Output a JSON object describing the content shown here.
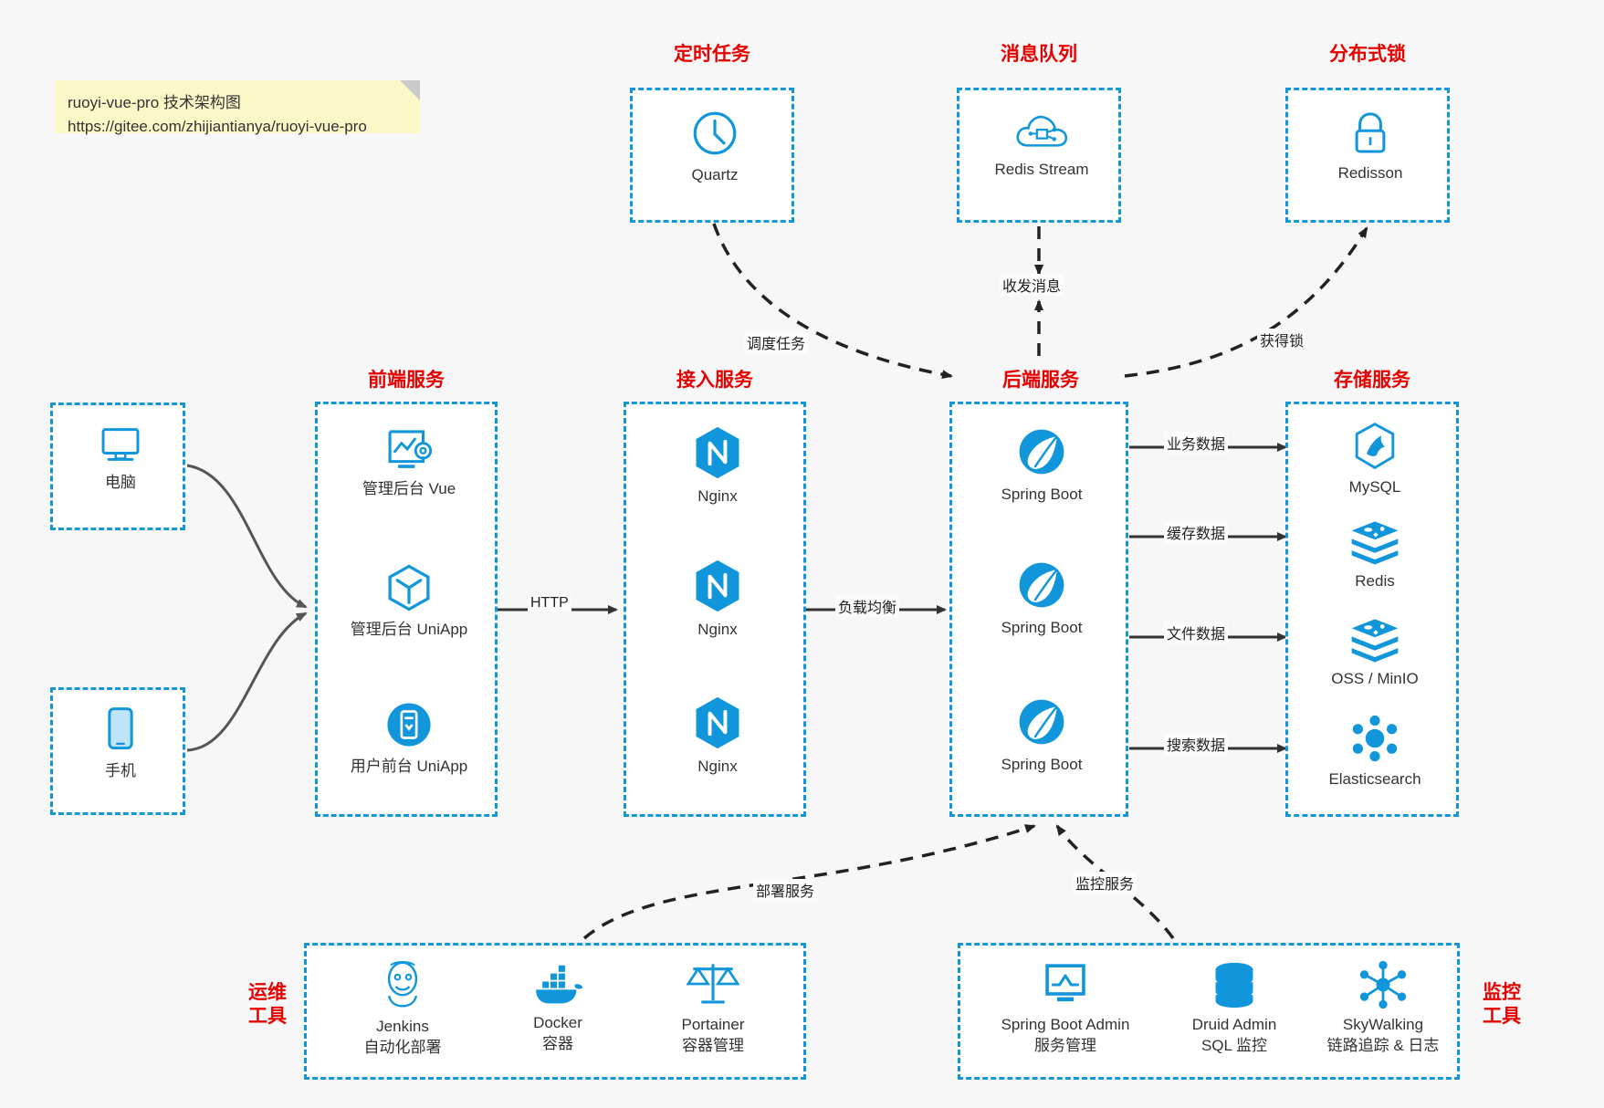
{
  "note": {
    "line1": "ruoyi-vue-pro 技术架构图",
    "line2": "https://gitee.com/zhijiantianya/ruoyi-vue-pro"
  },
  "colors": {
    "accent": "#1296db",
    "title_red": "#e60000",
    "background": "#f7f7f7",
    "note_bg": "#fbf8c8",
    "text": "#333333",
    "edge": "#333333"
  },
  "groups": {
    "scheduled_task": {
      "title": "定时任务",
      "nodes": [
        {
          "label": "Quartz",
          "icon": "clock-icon"
        }
      ]
    },
    "message_queue": {
      "title": "消息队列",
      "nodes": [
        {
          "label": "Redis Stream",
          "icon": "cloud-stream-icon"
        }
      ]
    },
    "distributed_lock": {
      "title": "分布式锁",
      "nodes": [
        {
          "label": "Redisson",
          "icon": "lock-icon"
        }
      ]
    },
    "clients": {
      "nodes": [
        {
          "label": "电脑",
          "icon": "desktop-icon"
        },
        {
          "label": "手机",
          "icon": "mobile-icon"
        }
      ]
    },
    "frontend": {
      "title": "前端服务",
      "nodes": [
        {
          "label": "管理后台 Vue",
          "icon": "dashboard-gear-icon"
        },
        {
          "label": "管理后台 UniApp",
          "icon": "cube-icon"
        },
        {
          "label": "用户前台 UniApp",
          "icon": "mobile-app-icon"
        }
      ]
    },
    "gateway": {
      "title": "接入服务",
      "nodes": [
        {
          "label": "Nginx",
          "icon": "nginx-icon"
        },
        {
          "label": "Nginx",
          "icon": "nginx-icon"
        },
        {
          "label": "Nginx",
          "icon": "nginx-icon"
        }
      ]
    },
    "backend": {
      "title": "后端服务",
      "nodes": [
        {
          "label": "Spring Boot",
          "icon": "spring-boot-icon"
        },
        {
          "label": "Spring Boot",
          "icon": "spring-boot-icon"
        },
        {
          "label": "Spring Boot",
          "icon": "spring-boot-icon"
        }
      ]
    },
    "storage": {
      "title": "存储服务",
      "nodes": [
        {
          "label": "MySQL",
          "icon": "mysql-icon"
        },
        {
          "label": "Redis",
          "icon": "redis-icon"
        },
        {
          "label": "OSS / MinIO",
          "icon": "oss-minio-icon"
        },
        {
          "label": "Elasticsearch",
          "icon": "elasticsearch-icon"
        }
      ]
    },
    "ops_tools": {
      "title_line1": "运维",
      "title_line2": "工具",
      "nodes": [
        {
          "label": "Jenkins",
          "sub": "自动化部署",
          "icon": "jenkins-icon"
        },
        {
          "label": "Docker",
          "sub": "容器",
          "icon": "docker-icon"
        },
        {
          "label": "Portainer",
          "sub": "容器管理",
          "icon": "scales-icon"
        }
      ]
    },
    "monitor_tools": {
      "title_line1": "监控",
      "title_line2": "工具",
      "nodes": [
        {
          "label": "Spring Boot Admin",
          "sub": "服务管理",
          "icon": "monitor-chart-icon"
        },
        {
          "label": "Druid Admin",
          "sub": "SQL 监控",
          "icon": "database-icon"
        },
        {
          "label": "SkyWalking",
          "sub": "链路追踪 & 日志",
          "icon": "skywalking-icon"
        }
      ]
    }
  },
  "edges": [
    {
      "id": "schedule",
      "label": "调度任务"
    },
    {
      "id": "mq",
      "label": "收发消息"
    },
    {
      "id": "lock",
      "label": "获得锁"
    },
    {
      "id": "http",
      "label": "HTTP"
    },
    {
      "id": "lb",
      "label": "负载均衡"
    },
    {
      "id": "biz_data",
      "label": "业务数据"
    },
    {
      "id": "cache_data",
      "label": "缓存数据"
    },
    {
      "id": "file_data",
      "label": "文件数据"
    },
    {
      "id": "search_data",
      "label": "搜索数据"
    },
    {
      "id": "deploy",
      "label": "部署服务"
    },
    {
      "id": "monitor",
      "label": "监控服务"
    }
  ]
}
